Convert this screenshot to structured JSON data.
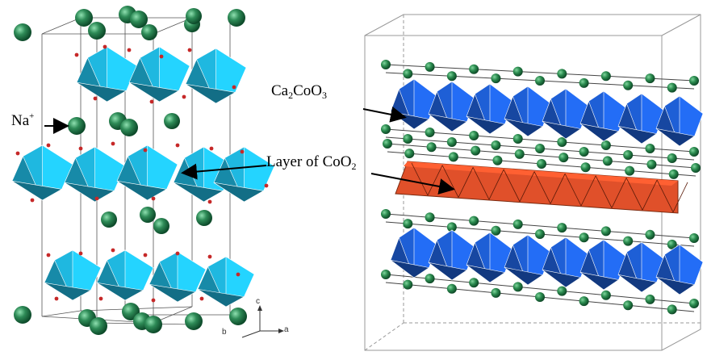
{
  "labels": {
    "na_main": "Na",
    "na_sup": "+",
    "ca_part1": "Ca",
    "ca_sub1": "2",
    "ca_part2": "CoO",
    "ca_sub2": "3",
    "layer_main": "Layer of CoO",
    "layer_sub": "2"
  },
  "axes": {
    "c": "c",
    "b": "b",
    "a": "a"
  },
  "colors": {
    "octahedron_blue_left": "#1fb8e0",
    "octahedron_blue_right": "#1e5fd6",
    "octahedron_red": "#e0502a",
    "atom_green": "#2e8b57",
    "oxygen_red": "#c62828",
    "arrow": "#000000"
  },
  "icons": {
    "left_structure": "nacoo2-crystal-structure-icon",
    "right_structure": "ca2coo3-layered-structure-icon"
  }
}
